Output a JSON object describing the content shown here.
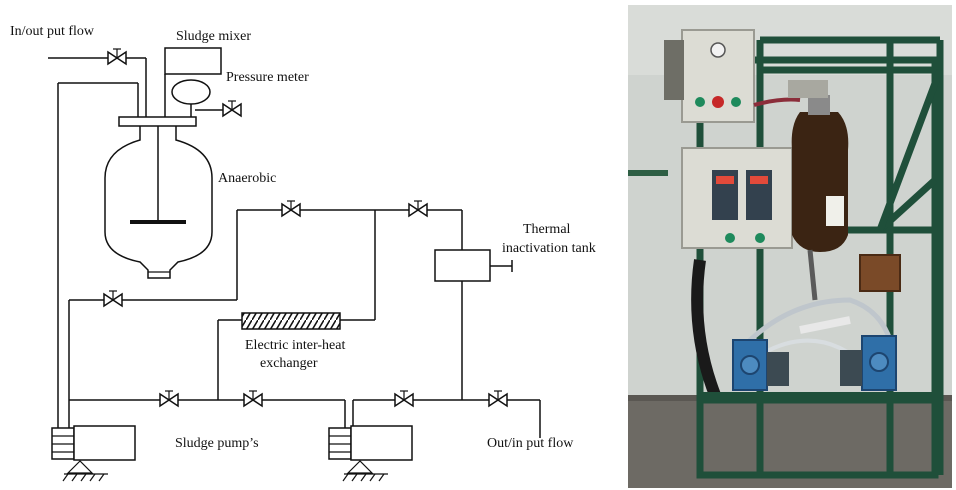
{
  "diagram": {
    "labels": {
      "inout_flow": "In/out put flow",
      "sludge_mixer": "Sludge mixer",
      "pressure_meter": "Pressure meter",
      "anaerobic": "Anaerobic",
      "thermal_line1": "Thermal",
      "thermal_line2": "inactivation tank",
      "heat_ex_line1": "Electric inter-heat",
      "heat_ex_line2": "exchanger",
      "sludge_pumps": "Sludge pump’s",
      "outin_flow": "Out/in put flow"
    }
  },
  "photo": {
    "description_icon": "lab-apparatus-photo",
    "colors": {
      "wall": "#cfd3cf",
      "frame": "#1f4f3a",
      "panel": "#dcdcd4",
      "pump": "#2f6fa8"
    }
  }
}
